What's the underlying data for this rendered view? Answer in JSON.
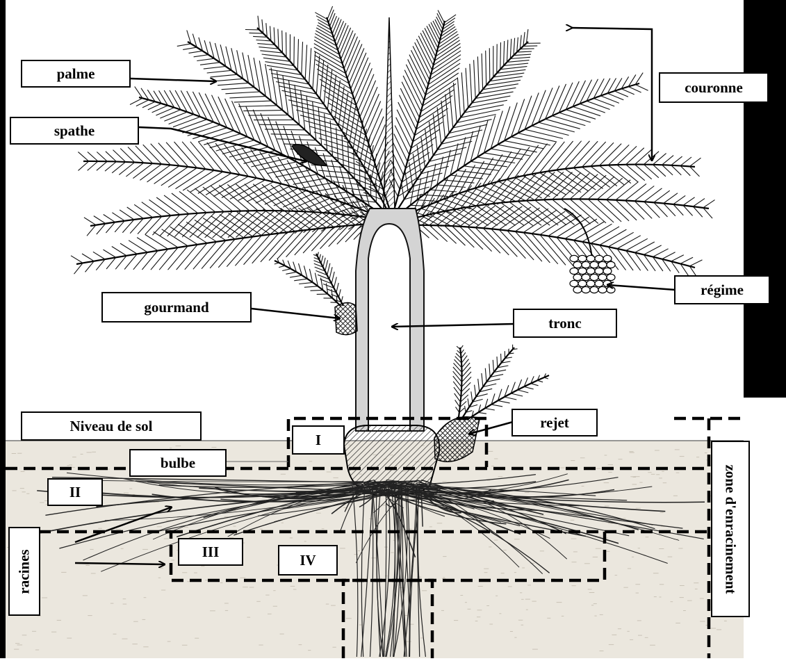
{
  "labels": {
    "palme": "palme",
    "spathe": "spathe",
    "couronne": "couronne",
    "regime": "régime",
    "gourmand": "gourmand",
    "tronc": "tronc",
    "niveau_sol": "Niveau de sol",
    "rejet": "rejet",
    "bulbe": "bulbe",
    "zone_I": "I",
    "zone_II": "II",
    "zone_III": "III",
    "zone_IV": "IV",
    "racines": "racines",
    "zone_enracinement": "zone d'enracinement"
  },
  "colors": {
    "ink": "#000000",
    "soil": "#ebe7de",
    "trunk": "#ffffff",
    "border": "#000000"
  }
}
